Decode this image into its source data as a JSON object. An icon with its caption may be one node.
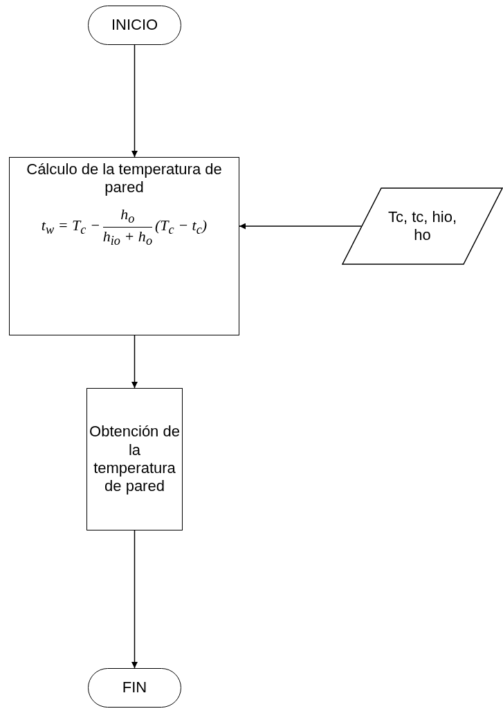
{
  "diagram": {
    "nodes": [
      {
        "text": [
          "INICIO"
        ]
      },
      {
        "text": [
          "Cálculo de la temperatura de pared",
          "t$_{w}$ = T$_{c}$ −",
          "h$_{o}$",
          "h$_{io}$ + h$_{o}$",
          "(T$_{c}$ − t$_{c}$)"
        ]
      },
      {
        "text": [
          "Tc, tc, hio, ho"
        ]
      },
      {
        "text": [
          "Obtención de la temperatura de pared"
        ]
      },
      {
        "text": [
          "FIN"
        ]
      }
    ],
    "edges": [
      {
        "from": 0,
        "to": 1,
        "arrow": "to"
      },
      {
        "from": 2,
        "to": 1,
        "arrow": "to"
      },
      {
        "from": 1,
        "to": 3,
        "arrow": "to"
      },
      {
        "from": 3,
        "to": 4,
        "arrow": "to"
      }
    ]
  }
}
